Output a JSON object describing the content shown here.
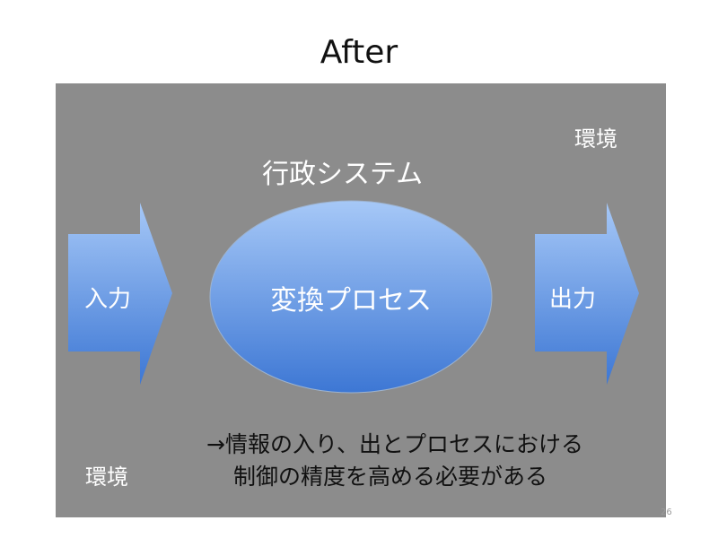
{
  "slide": {
    "title": "After",
    "environment_top": "環境",
    "environment_bottom": "環境",
    "system_title": "行政システム",
    "input_label": "入力",
    "process_label": "変換プロセス",
    "output_label": "出力",
    "note_line1": "→情報の入り、出とプロセスにおける",
    "note_line2": "制御の精度を高める必要がある",
    "page_number": "26"
  },
  "colors": {
    "panel": "#8c8c8c",
    "shape_top": "#a6c8f7",
    "shape_bottom": "#3d77d4"
  }
}
